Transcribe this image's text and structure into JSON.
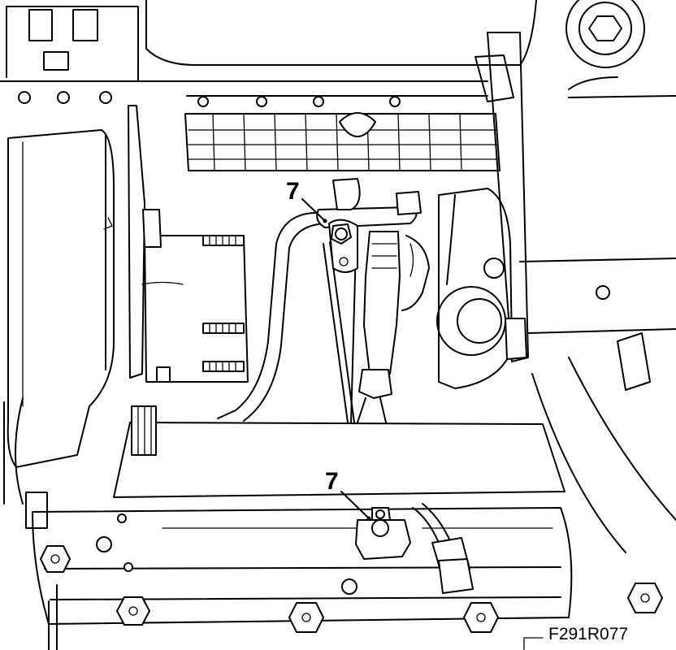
{
  "callouts": [
    {
      "number": "7"
    },
    {
      "number": "7"
    }
  ],
  "figure_code": "F291R077"
}
